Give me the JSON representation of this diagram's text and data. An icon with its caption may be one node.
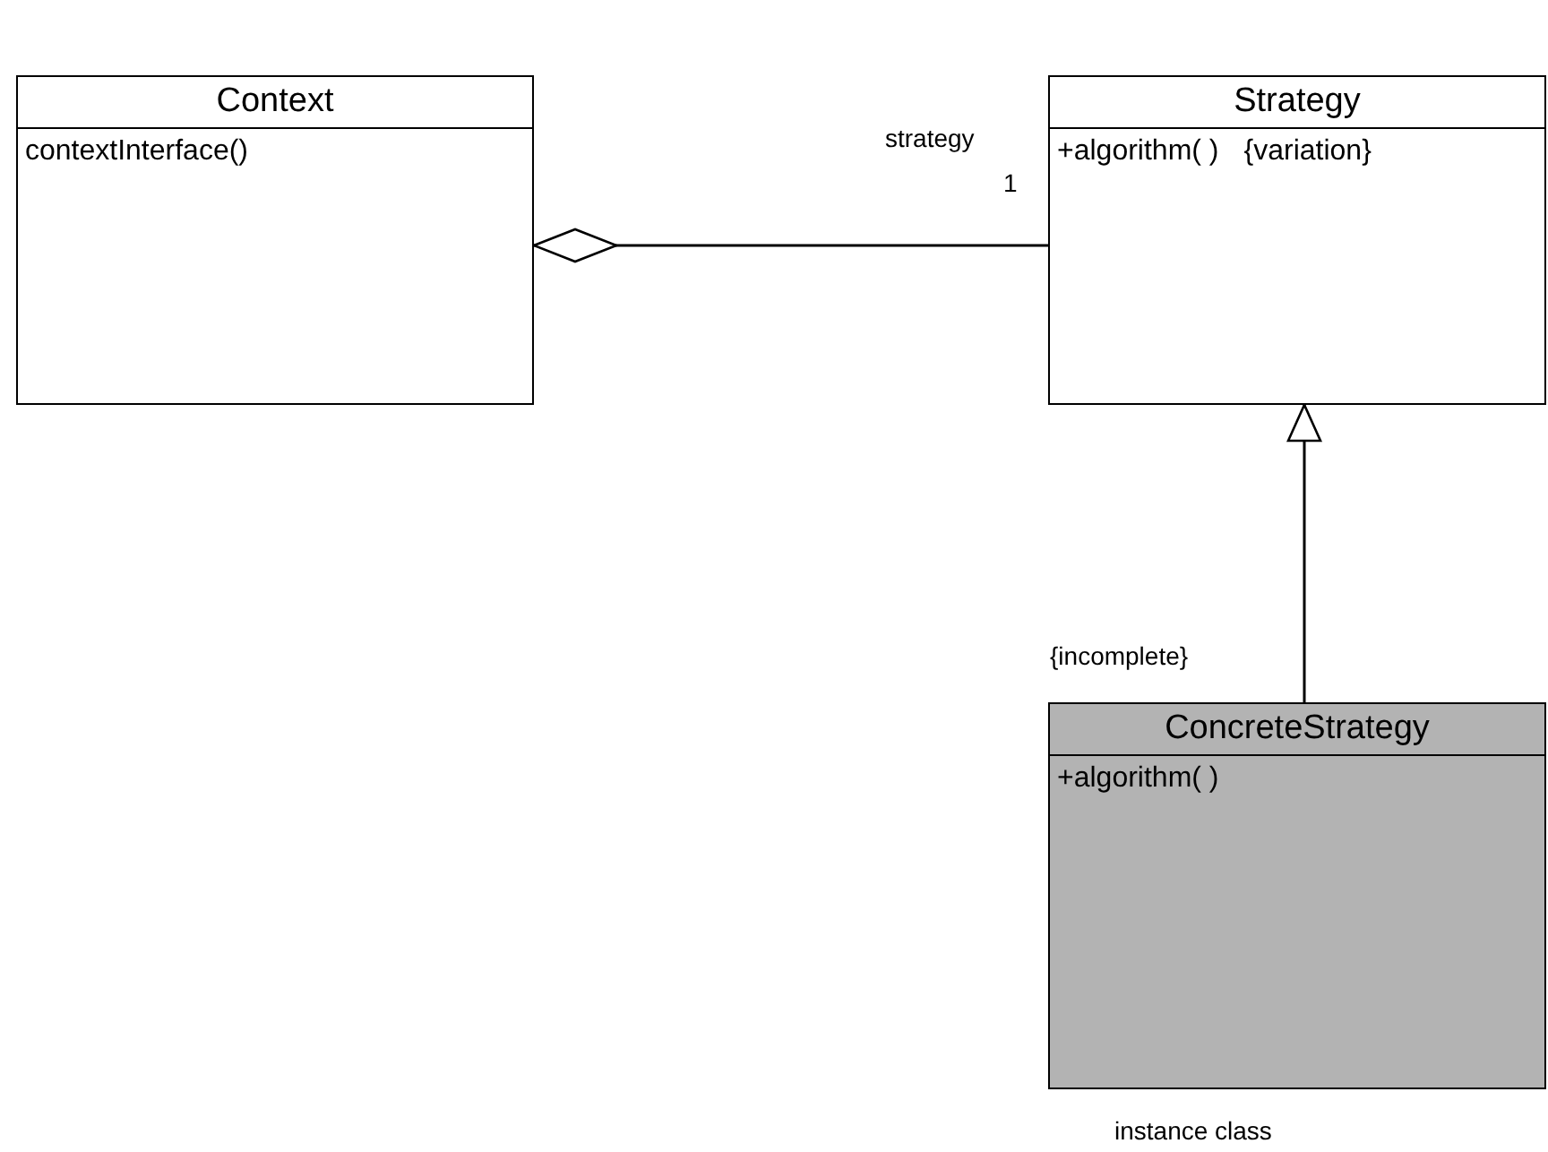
{
  "diagram": {
    "nodes": [
      {
        "text": [
          "Context",
          "contextInterface()"
        ]
      },
      {
        "text": [
          "Strategy",
          "+algorithm( )",
          "{variation}"
        ]
      },
      {
        "text": [
          "ConcreteStrategy",
          "+algorithm( )"
        ],
        "beside": [
          "instance class"
        ]
      }
    ],
    "edges": [
      {
        "from": 0,
        "to": 1,
        "arrow": "other",
        "label": "strategy"
      },
      {
        "from": 2,
        "to": 1,
        "arrow": "to",
        "label": "{incomplete}"
      }
    ],
    "labels": [
      "1"
    ]
  }
}
